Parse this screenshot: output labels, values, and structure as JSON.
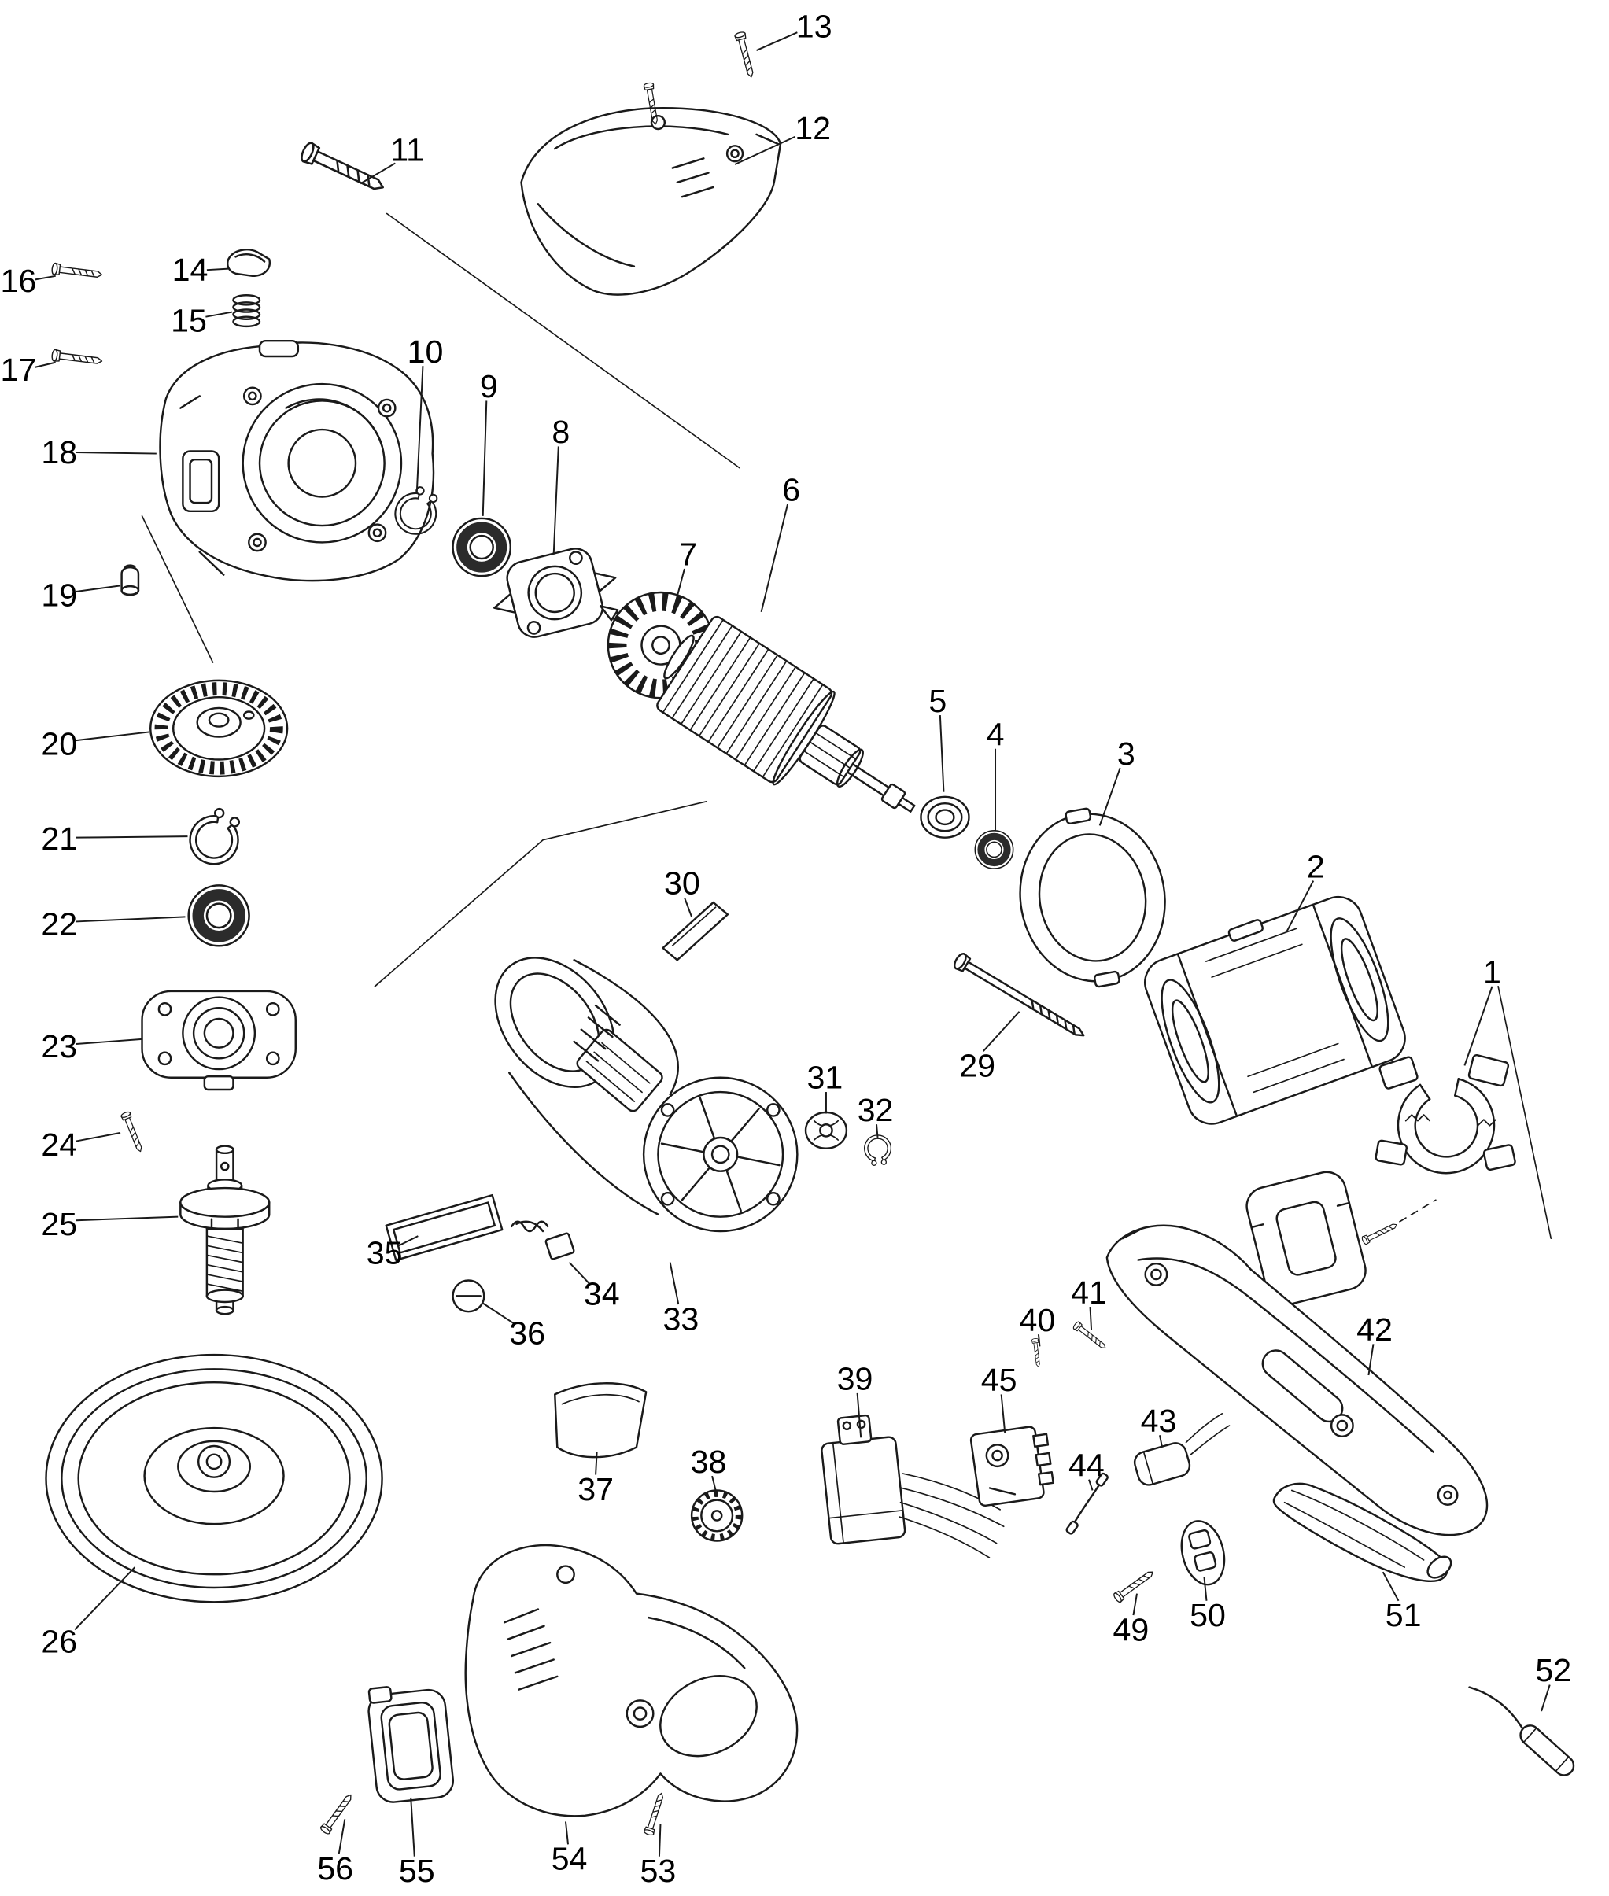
{
  "diagram": {
    "type": "exploded-parts-diagram",
    "colors": {
      "background": "#ffffff",
      "line": "#1a1a1a"
    },
    "parts": [
      {
        "number": "1",
        "label": [
          1243,
          810
        ],
        "leader": [
          1243,
          822,
          1220,
          888
        ]
      },
      {
        "number": "2",
        "label": [
          1096,
          722
        ],
        "leader": [
          1094,
          734,
          1072,
          776
        ]
      },
      {
        "number": "3",
        "label": [
          938,
          628
        ],
        "leader": [
          933,
          640,
          916,
          688
        ]
      },
      {
        "number": "4",
        "label": [
          829,
          612
        ],
        "leader": [
          829,
          624,
          829,
          692
        ]
      },
      {
        "number": "5",
        "label": [
          781,
          584
        ],
        "leader": [
          783,
          596,
          786,
          660
        ]
      },
      {
        "number": "6",
        "label": [
          659,
          408
        ],
        "leader": [
          656,
          420,
          634,
          510
        ]
      },
      {
        "number": "7",
        "label": [
          573,
          462
        ],
        "leader": [
          570,
          474,
          561,
          508
        ]
      },
      {
        "number": "8",
        "label": [
          467,
          360
        ],
        "leader": [
          465,
          372,
          461,
          462
        ]
      },
      {
        "number": "9",
        "label": [
          407,
          322
        ],
        "leader": [
          405,
          334,
          402,
          430
        ]
      },
      {
        "number": "10",
        "label": [
          354,
          293
        ],
        "leader": [
          352,
          305,
          347,
          410
        ]
      },
      {
        "number": "11",
        "label": [
          339,
          125
        ],
        "leader": [
          329,
          136,
          300,
          153
        ]
      },
      {
        "number": "12",
        "label": [
          677,
          107
        ],
        "leader": [
          662,
          114,
          612,
          137
        ]
      },
      {
        "number": "13",
        "label": [
          678,
          22
        ],
        "leader": [
          664,
          27,
          630,
          42
        ]
      },
      {
        "number": "14",
        "label": [
          158,
          225
        ],
        "leader": [
          172,
          225,
          190,
          224
        ]
      },
      {
        "number": "15",
        "label": [
          157,
          267
        ],
        "leader": [
          171,
          264,
          193,
          260
        ]
      },
      {
        "number": "16",
        "label": [
          15,
          234
        ],
        "leader": [
          29,
          233,
          46,
          230
        ]
      },
      {
        "number": "17",
        "label": [
          15,
          308
        ],
        "leader": [
          29,
          306,
          46,
          302
        ]
      },
      {
        "number": "18",
        "label": [
          49,
          377
        ],
        "leader": [
          63,
          377,
          130,
          378
        ]
      },
      {
        "number": "19",
        "label": [
          49,
          496
        ],
        "leader": [
          63,
          493,
          100,
          488
        ]
      },
      {
        "number": "20",
        "label": [
          49,
          620
        ],
        "leader": [
          63,
          617,
          124,
          610
        ]
      },
      {
        "number": "21",
        "label": [
          49,
          699
        ],
        "leader": [
          63,
          698,
          156,
          697
        ]
      },
      {
        "number": "22",
        "label": [
          49,
          770
        ],
        "leader": [
          63,
          768,
          154,
          764
        ]
      },
      {
        "number": "23",
        "label": [
          49,
          872
        ],
        "leader": [
          63,
          870,
          118,
          866
        ]
      },
      {
        "number": "24",
        "label": [
          49,
          954
        ],
        "leader": [
          63,
          951,
          100,
          944
        ]
      },
      {
        "number": "25",
        "label": [
          49,
          1020
        ],
        "leader": [
          63,
          1017,
          148,
          1014
        ]
      },
      {
        "number": "26",
        "label": [
          49,
          1368
        ],
        "leader": [
          62,
          1358,
          112,
          1306
        ]
      },
      {
        "number": "29",
        "label": [
          814,
          888
        ],
        "leader": [
          819,
          876,
          849,
          843
        ]
      },
      {
        "number": "30",
        "label": [
          568,
          736
        ],
        "leader": [
          570,
          748,
          576,
          764
        ]
      },
      {
        "number": "31",
        "label": [
          687,
          898
        ],
        "leader": [
          688,
          910,
          688,
          928
        ]
      },
      {
        "number": "32",
        "label": [
          729,
          925
        ],
        "leader": [
          730,
          937,
          731,
          948
        ]
      },
      {
        "number": "33",
        "label": [
          567,
          1099
        ],
        "leader": [
          565,
          1087,
          558,
          1052
        ]
      },
      {
        "number": "34",
        "label": [
          501,
          1078
        ],
        "leader": [
          491,
          1070,
          474,
          1052
        ]
      },
      {
        "number": "35",
        "label": [
          320,
          1044
        ],
        "leader": [
          332,
          1038,
          348,
          1030
        ]
      },
      {
        "number": "36",
        "label": [
          439,
          1111
        ],
        "leader": [
          428,
          1103,
          402,
          1086
        ]
      },
      {
        "number": "37",
        "label": [
          496,
          1241
        ],
        "leader": [
          496,
          1229,
          497,
          1210
        ]
      },
      {
        "number": "38",
        "label": [
          590,
          1218
        ],
        "leader": [
          593,
          1230,
          596,
          1242
        ]
      },
      {
        "number": "39",
        "label": [
          712,
          1149
        ],
        "leader": [
          714,
          1161,
          717,
          1198
        ]
      },
      {
        "number": "40",
        "label": [
          864,
          1100
        ],
        "leader": [
          865,
          1112,
          866,
          1122
        ]
      },
      {
        "number": "41",
        "label": [
          907,
          1077
        ],
        "leader": [
          908,
          1089,
          909,
          1108
        ]
      },
      {
        "number": "42",
        "label": [
          1145,
          1108
        ],
        "leader": [
          1144,
          1120,
          1140,
          1146
        ]
      },
      {
        "number": "43",
        "label": [
          965,
          1184
        ],
        "leader": [
          966,
          1196,
          968,
          1206
        ]
      },
      {
        "number": "44",
        "label": [
          905,
          1221
        ],
        "leader": [
          907,
          1233,
          910,
          1242
        ]
      },
      {
        "number": "45",
        "label": [
          832,
          1150
        ],
        "leader": [
          834,
          1162,
          837,
          1194
        ]
      },
      {
        "number": "49",
        "label": [
          942,
          1358
        ],
        "leader": [
          944,
          1346,
          947,
          1328
        ]
      },
      {
        "number": "50",
        "label": [
          1006,
          1346
        ],
        "leader": [
          1005,
          1334,
          1003,
          1314
        ]
      },
      {
        "number": "51",
        "label": [
          1169,
          1346
        ],
        "leader": [
          1165,
          1334,
          1152,
          1310
        ]
      },
      {
        "number": "52",
        "label": [
          1294,
          1392
        ],
        "leader": [
          1291,
          1404,
          1284,
          1426
        ]
      },
      {
        "number": "53",
        "label": [
          548,
          1559
        ],
        "leader": [
          549,
          1547,
          550,
          1520
        ]
      },
      {
        "number": "54",
        "label": [
          474,
          1549
        ],
        "leader": [
          473,
          1537,
          471,
          1518
        ]
      },
      {
        "number": "55",
        "label": [
          347,
          1559
        ],
        "leader": [
          345,
          1547,
          342,
          1498
        ]
      },
      {
        "number": "56",
        "label": [
          279,
          1557
        ],
        "leader": [
          282,
          1545,
          287,
          1516
        ]
      }
    ]
  }
}
